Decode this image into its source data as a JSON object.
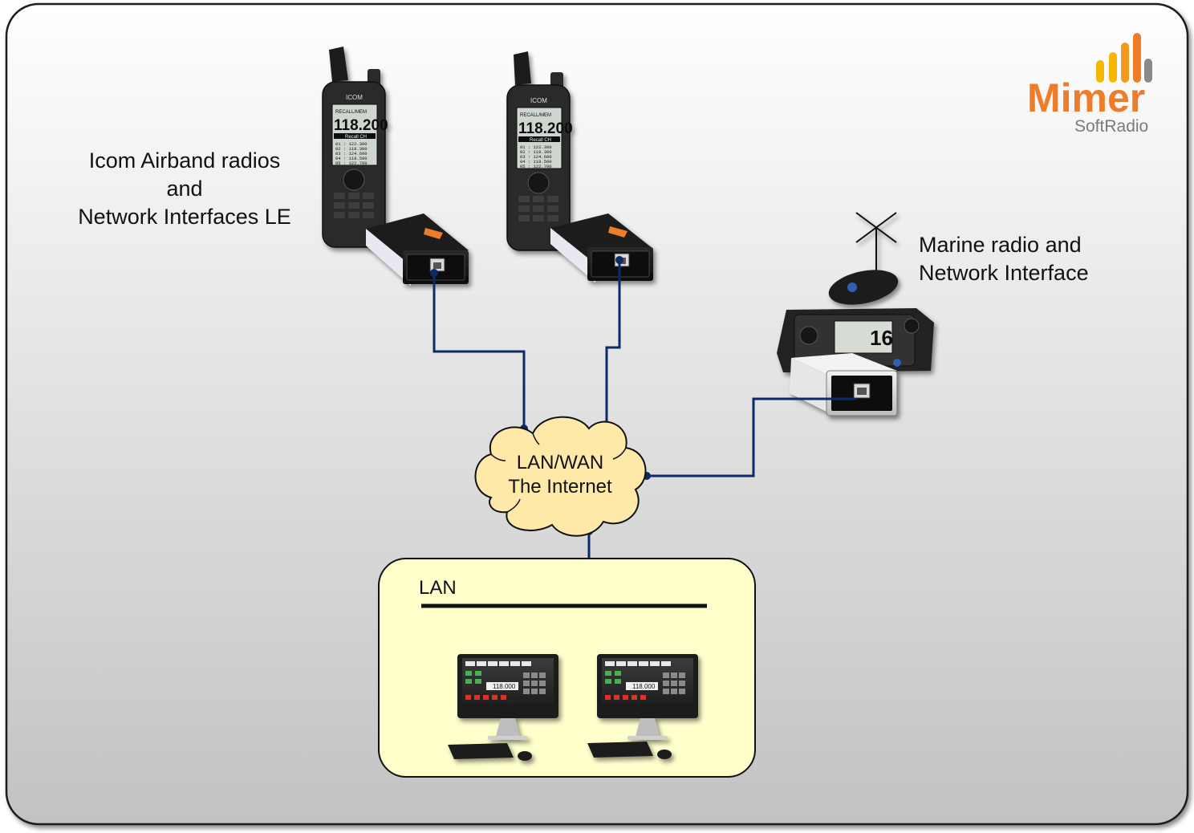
{
  "logo": {
    "name": "Mimer",
    "tagline": "SoftRadio",
    "colors": {
      "orange": "#EE7D2B",
      "yellow": "#F5B700",
      "gray": "#8A8A8A"
    }
  },
  "airband_caption": {
    "line1": "Icom Airband radios",
    "line2": "and",
    "line3": "Network Interfaces LE"
  },
  "marine_caption": {
    "line1": "Marine radio and",
    "line2": "Network Interface"
  },
  "cloud": {
    "line1": "LAN/WAN",
    "line2": "The Internet"
  },
  "lan": {
    "label": "LAN"
  },
  "radio_display": {
    "header": "RECALL/MEM",
    "freq": "118.200",
    "menu": "Recall CH",
    "channels": [
      "01 : 122.300",
      "02 : 118.300",
      "03 : 124.600",
      "04 : 118.500",
      "05 : 122.700"
    ]
  },
  "marine_display": {
    "channel": "16"
  },
  "monitor_display": {
    "freq": "118.000"
  },
  "colors": {
    "cable": "#0B2A66",
    "lan_box": "#FFFFCC",
    "cloud": "#FFE9A8",
    "background_top": "#FFFFFF",
    "background_bottom": "#C2C2C2"
  }
}
